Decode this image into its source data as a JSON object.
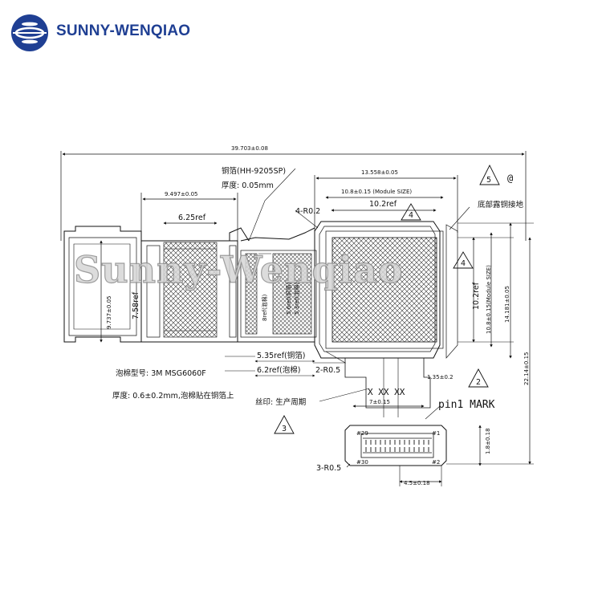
{
  "header": {
    "brand_name": "SUNNY-WENQIAO",
    "brand_color": "#1f3f93",
    "logo_icon": "globe-logo-icon"
  },
  "watermark": "Sunny-Wenqiao",
  "dimensions": {
    "overall_width": "39.703±0.08",
    "lens_width": "13.558±0.05",
    "module_size": "10.8±0.15 (Module SIZE)",
    "inner_ref": "10.2ref",
    "left_sensor_width": "9.497±0.05",
    "left_ref": "6.25ref",
    "left_height": "9.737±0.05",
    "left_height_ref": "7.58ref",
    "right_height_ref": "10.2ref",
    "right_module_size": "10.8±0.15(Module SIZE)",
    "right_height": "14.181±0.05",
    "total_height": "22.14±0.15",
    "foam_ref_8": "8ref(泡棉)",
    "foam_ref_5_6": "5.6ref(铜箔)",
    "foam_ref_5_3": "5.3ref(泡棉)",
    "copper_ref": "5.35ref(铜箔)",
    "foam_ref_6_2": "6.2ref(泡棉)",
    "radius_4": "4-R0.2",
    "radius_2": "2-R0.5",
    "radius_3": "3-R0.5",
    "flex_width": "1.35±0.2",
    "connector_offset": "7±0.15",
    "connector_width": "4.5±0.18",
    "connector_height": "1.8±0.18"
  },
  "notes": {
    "copper_foil_model": "铜箔(HH-9205SP)",
    "copper_thickness": "厚度: 0.05mm",
    "bottom_copper_ground": "底部露铜接地",
    "foam_model": "泡棉型号: 3M MSG6060F",
    "foam_thickness": "厚度: 0.6±0.2mm,泡棉贴在铜箔上",
    "silkscreen": "丝印: 生产周期",
    "date_code": "X XX XX",
    "pin1_mark": "pin1 MARK",
    "at_mark": "@"
  },
  "callouts": {
    "triangle_2": "2",
    "triangle_3": "3",
    "triangle_4_top": "4",
    "triangle_4_right": "4",
    "triangle_5": "5"
  },
  "pins": {
    "pin_29": "#29",
    "pin_30": "#30",
    "pin_1": "#1",
    "pin_2": "#2"
  }
}
